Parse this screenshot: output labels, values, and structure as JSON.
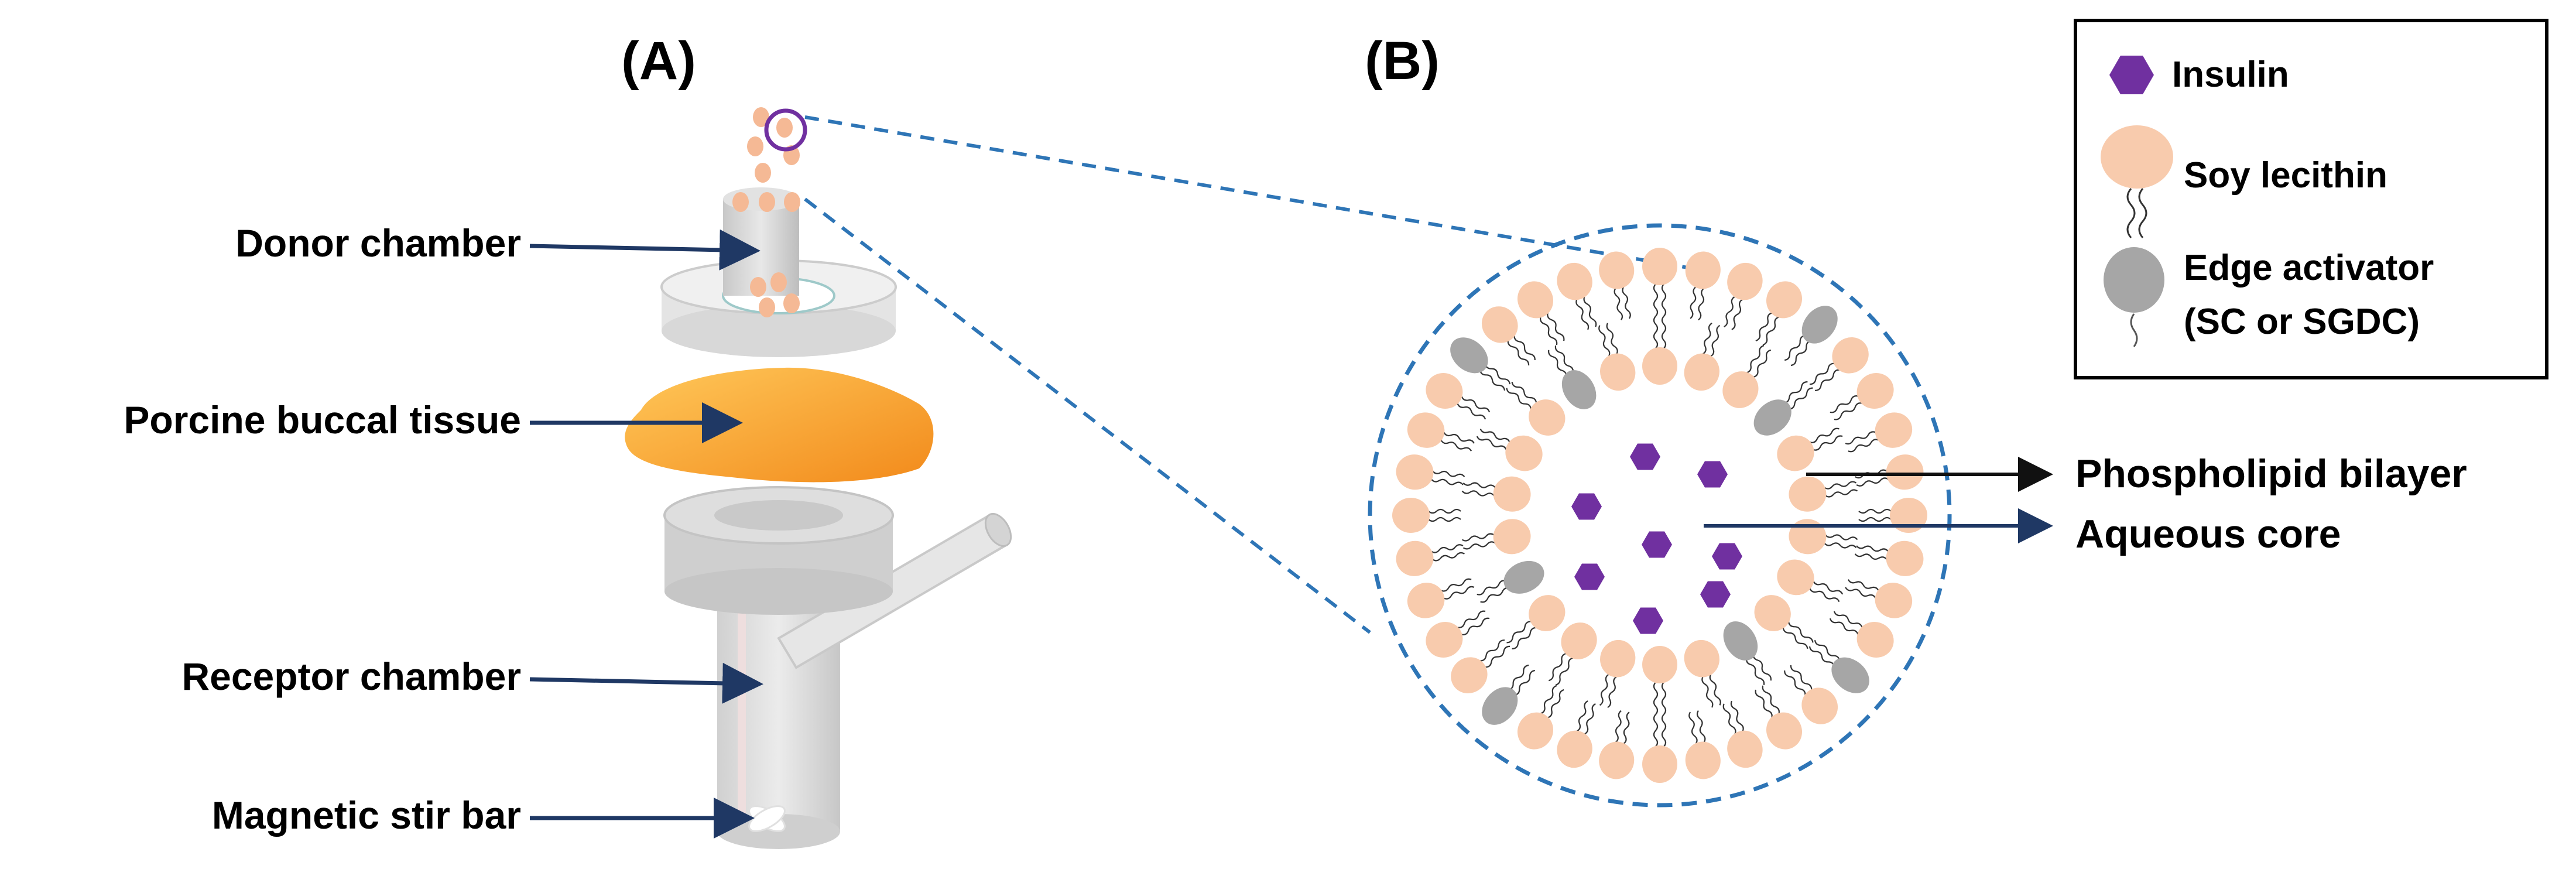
{
  "panels": {
    "a_label": "(A)",
    "b_label": "(B)"
  },
  "apparatus": {
    "donor_chamber": "Donor chamber",
    "buccal_tissue": "Porcine buccal tissue",
    "receptor_chamber": "Receptor chamber",
    "stir_bar": "Magnetic stir bar"
  },
  "vesicle": {
    "bilayer_label": "Phospholipid bilayer",
    "core_label": "Aqueous core"
  },
  "legend": {
    "insulin": "Insulin",
    "lecithin": "Soy lecithin",
    "edge_line1": "Edge activator",
    "edge_line2": "(SC or SGDC)"
  },
  "colors": {
    "insulin": "#7030a0",
    "lecithin": "#f8cbad",
    "edge_activator": "#a6a6a6",
    "tissue_light": "#ffc24a",
    "tissue_dark": "#f7941d",
    "dashed_outline": "#2e75b6",
    "arrow_navy": "#1f3864",
    "glass": "#d9d9d9"
  }
}
